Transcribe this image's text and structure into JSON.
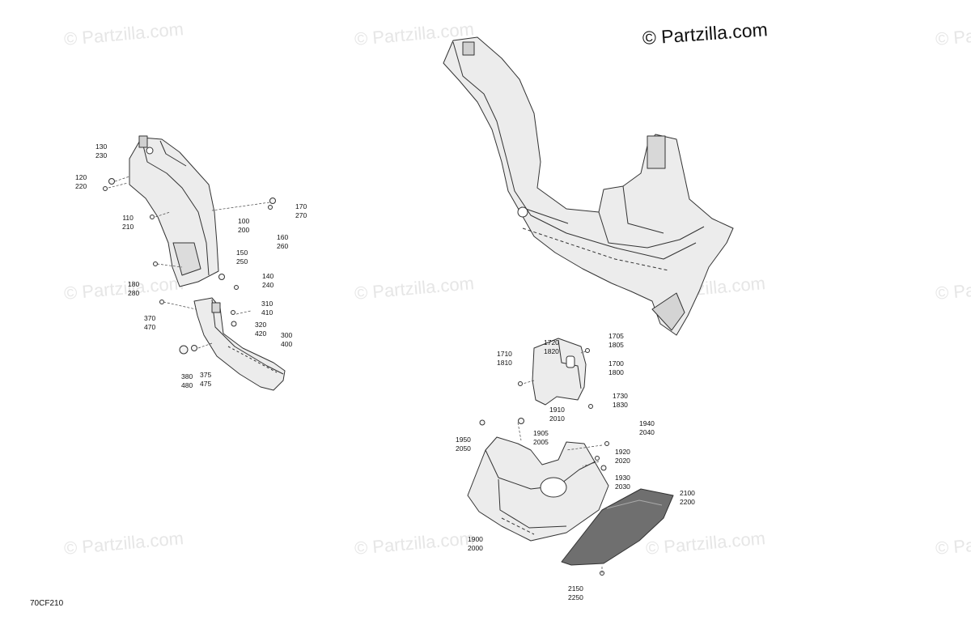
{
  "watermark": {
    "text": "© Partzilla.com"
  },
  "brand": {
    "text": "© Partzilla.com"
  },
  "diagram_code": "70CF210",
  "callouts": [
    {
      "a": "130",
      "b": "230"
    },
    {
      "a": "120",
      "b": "220"
    },
    {
      "a": "110",
      "b": "210"
    },
    {
      "a": "100",
      "b": "200"
    },
    {
      "a": "170",
      "b": "270"
    },
    {
      "a": "160",
      "b": "260"
    },
    {
      "a": "150",
      "b": "250"
    },
    {
      "a": "140",
      "b": "240"
    },
    {
      "a": "180",
      "b": "280"
    },
    {
      "a": "370",
      "b": "470"
    },
    {
      "a": "310",
      "b": "410"
    },
    {
      "a": "320",
      "b": "420"
    },
    {
      "a": "300",
      "b": "400"
    },
    {
      "a": "380",
      "b": "480"
    },
    {
      "a": "375",
      "b": "475"
    },
    {
      "a": "1720",
      "b": "1820"
    },
    {
      "a": "1705",
      "b": "1805"
    },
    {
      "a": "1710",
      "b": "1810"
    },
    {
      "a": "1700",
      "b": "1800"
    },
    {
      "a": "1730",
      "b": "1830"
    },
    {
      "a": "1910",
      "b": "2010"
    },
    {
      "a": "1940",
      "b": "2040"
    },
    {
      "a": "1950",
      "b": "2050"
    },
    {
      "a": "1905",
      "b": "2005"
    },
    {
      "a": "1920",
      "b": "2020"
    },
    {
      "a": "1930",
      "b": "2030"
    },
    {
      "a": "2100",
      "b": "2200"
    },
    {
      "a": "1900",
      "b": "2000"
    },
    {
      "a": "2150",
      "b": "2250"
    }
  ]
}
